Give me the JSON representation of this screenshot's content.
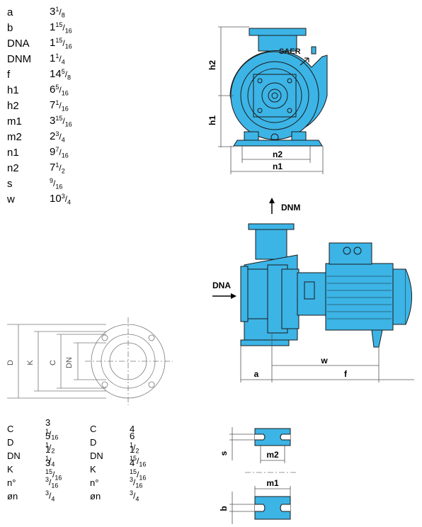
{
  "main_dimensions": [
    {
      "key": "a",
      "whole": "3",
      "num": "1",
      "den": "8"
    },
    {
      "key": "b",
      "whole": "1",
      "num": "15",
      "den": "16"
    },
    {
      "key": "DNA",
      "whole": "1",
      "num": "15",
      "den": "16"
    },
    {
      "key": "DNM",
      "whole": "1",
      "num": "1",
      "den": "4"
    },
    {
      "key": "f",
      "whole": "14",
      "num": "5",
      "den": "8"
    },
    {
      "key": "h1",
      "whole": "6",
      "num": "5",
      "den": "16"
    },
    {
      "key": "h2",
      "whole": "7",
      "num": "1",
      "den": "16"
    },
    {
      "key": "m1",
      "whole": "3",
      "num": "15",
      "den": "16"
    },
    {
      "key": "m2",
      "whole": "2",
      "num": "3",
      "den": "4"
    },
    {
      "key": "n1",
      "whole": "9",
      "num": "7",
      "den": "16"
    },
    {
      "key": "n2",
      "whole": "7",
      "num": "1",
      "den": "2"
    },
    {
      "key": "s",
      "whole": "",
      "num": "9",
      "den": "16"
    },
    {
      "key": "w",
      "whole": "10",
      "num": "3",
      "den": "4"
    }
  ],
  "flange_table": [
    {
      "k1": "C",
      "v1": {
        "whole": "3",
        "num": "1",
        "den": "16"
      },
      "k2": "C",
      "v2": {
        "whole": "4",
        "num": "",
        "den": ""
      }
    },
    {
      "k1": "D",
      "v1": {
        "whole": "5",
        "num": "1",
        "den": "2"
      },
      "k2": "D",
      "v2": {
        "whole": "6",
        "num": "1",
        "den": "2"
      }
    },
    {
      "k1": "DN",
      "v1": {
        "whole": "1",
        "num": "1",
        "den": "4"
      },
      "k2": "DN",
      "v2": {
        "whole": "1",
        "num": "15",
        "den": "16"
      }
    },
    {
      "k1": "K",
      "v1": {
        "whole": "3",
        "num": "15",
        "den": "16"
      },
      "k2": "K",
      "v2": {
        "whole": "4",
        "num": "15",
        "den": "16"
      }
    },
    {
      "k1": "n°",
      "v1": {
        "whole": "",
        "num": "3",
        "den": "16"
      },
      "k2": "n°",
      "v2": {
        "whole": "",
        "num": "3",
        "den": "16"
      }
    },
    {
      "k1": "øn",
      "v1": {
        "whole": "",
        "num": "3",
        "den": "4"
      },
      "k2": "øn",
      "v2": {
        "whole": "",
        "num": "3",
        "den": "4"
      }
    }
  ],
  "drawing_labels": {
    "h1": "h1",
    "h2": "h2",
    "n1": "n1",
    "n2": "n2",
    "brand": "SAER",
    "dnm": "DNM",
    "dna": "DNA",
    "a": "a",
    "w": "w",
    "f": "f",
    "flange_D": "D",
    "flange_K": "K",
    "flange_C": "C",
    "flange_DN": "DN",
    "s": "s",
    "m2": "m2",
    "m1": "m1",
    "b": "b"
  },
  "colors": {
    "pump_blue": "#3cb4e6",
    "line": "#1a1a1a",
    "dim_line": "#555555"
  }
}
